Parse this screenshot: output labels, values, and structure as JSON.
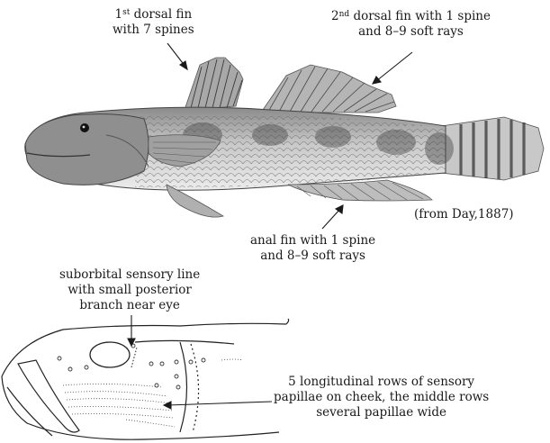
{
  "labels": {
    "first_dorsal": {
      "num": "1",
      "sup": "st",
      "rest": " dorsal fin",
      "line2": "with 7 spines"
    },
    "second_dorsal": {
      "num": "2",
      "sup": "nd",
      "rest": " dorsal fin with 1 spine",
      "line2": "and 8–9 soft rays"
    },
    "anal_fin": {
      "line1": "anal fin with 1 spine",
      "line2": "and 8–9 soft rays"
    },
    "credit": "(from Day,1887)",
    "suborbital": {
      "line1": "suborbital sensory line",
      "line2": "with small posterior",
      "line3": "branch near eye"
    },
    "papillae": {
      "line1": "5 longitudinal rows of sensory",
      "line2": "papillae on cheek, the middle rows",
      "line3": "several papillae wide"
    }
  }
}
